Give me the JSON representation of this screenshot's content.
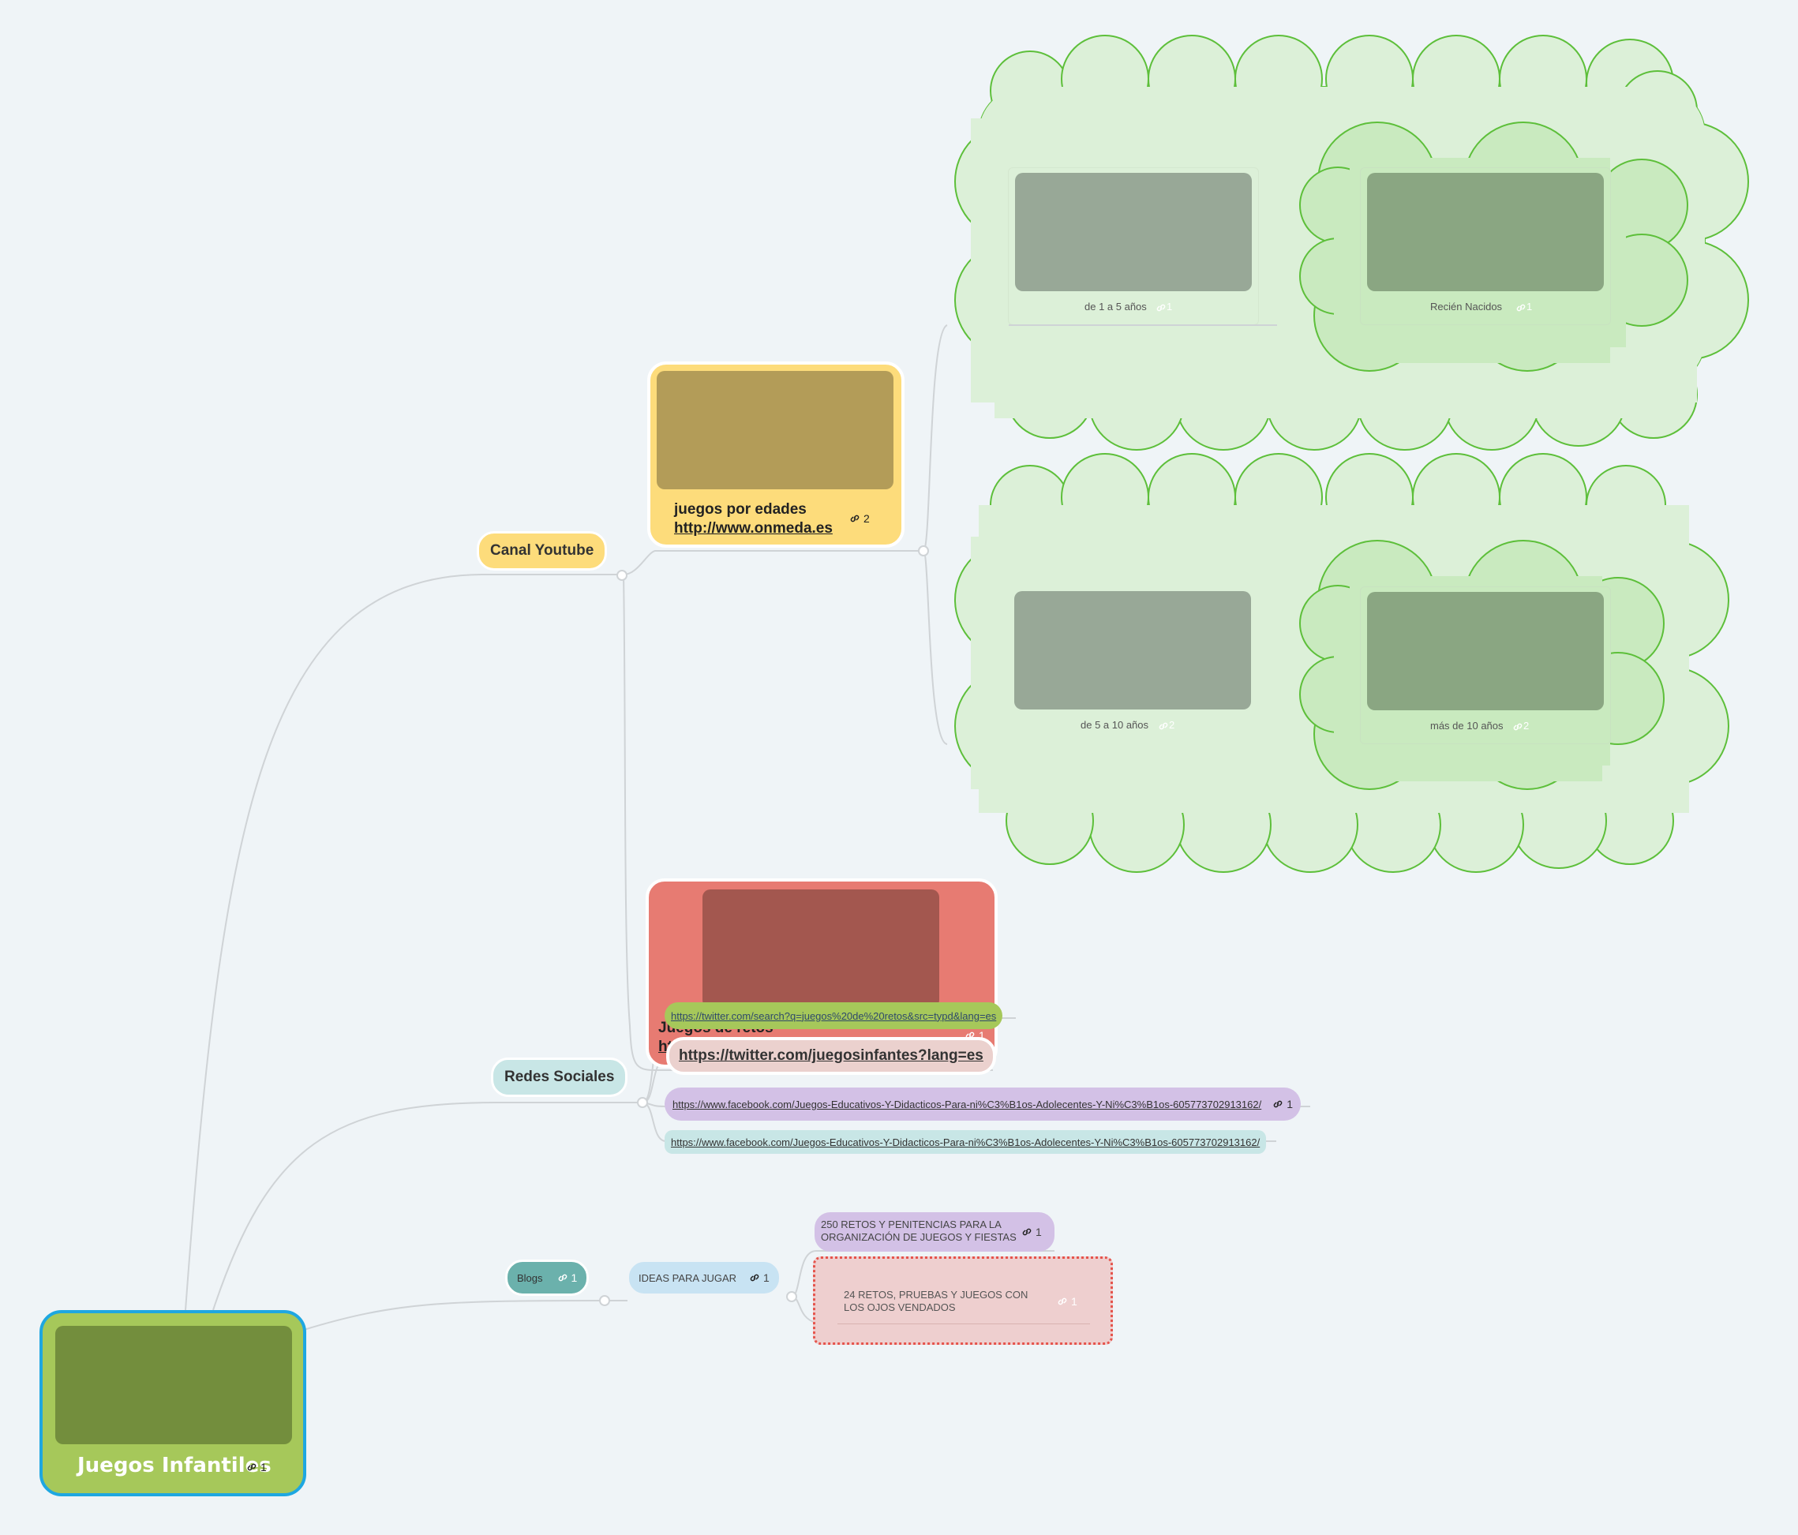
{
  "root": {
    "label": "Juegos Infantiles",
    "link_count": "1"
  },
  "branches": {
    "canal_youtube": {
      "label": "Canal Youtube"
    },
    "redes_sociales": {
      "label": "Redes Sociales"
    },
    "blogs": {
      "label": "Blogs",
      "link_count": "1"
    }
  },
  "juegos_edades": {
    "title": "juegos por edades",
    "url": "http://www.onmeda.es",
    "link_count": "2",
    "groups": [
      {
        "items": [
          {
            "label": "de 1 a 5 años",
            "link_count": "1"
          },
          {
            "label": "Recién Nacidos",
            "link_count": "1"
          }
        ]
      },
      {
        "items": [
          {
            "label": "de 5 a 10 años",
            "link_count": "2"
          },
          {
            "label": "más de 10 años",
            "link_count": "2"
          }
        ]
      }
    ]
  },
  "juegos_retos": {
    "title": "Juegos de retos",
    "url_fragment": "ht",
    "link_count": "1"
  },
  "redes": {
    "twitter_search": "https://twitter.com/search?q=juegos%20de%20retos&src=typd&lang=es",
    "twitter_profile": "https://twitter.com/juegosinfantes?lang=es",
    "facebook_1": "https://www.facebook.com/Juegos-Educativos-Y-Didacticos-Para-ni%C3%B1os-Adolecentes-Y-Ni%C3%B1os-605773702913162/",
    "facebook_1_count": "1",
    "facebook_2": "https://www.facebook.com/Juegos-Educativos-Y-Didacticos-Para-ni%C3%B1os-Adolecentes-Y-Ni%C3%B1os-605773702913162/"
  },
  "ideas": {
    "label": "IDEAS PARA JUGAR",
    "link_count": "1",
    "children": [
      {
        "label": "250 RETOS Y PENITENCIAS PARA LA ORGANIZACIÓN DE JUEGOS Y FIESTAS",
        "link_count": "1"
      },
      {
        "label": "24 RETOS, PRUEBAS Y JUEGOS CON LOS OJOS VENDADOS",
        "link_count": "1"
      }
    ]
  },
  "colors": {
    "background": "#eff4f7",
    "root_fill": "#a6c85a",
    "root_border": "#1ea7e1",
    "yellow": "#fddc7b",
    "red": "#e77b72",
    "green_pill": "#a6c85a",
    "cloud_fill": "#dcf0d8",
    "cloud_stroke": "#5dbf3a",
    "purple": "#d3c1e6",
    "teal": "#c8e6e6",
    "lightblue": "#c8e3f3"
  }
}
